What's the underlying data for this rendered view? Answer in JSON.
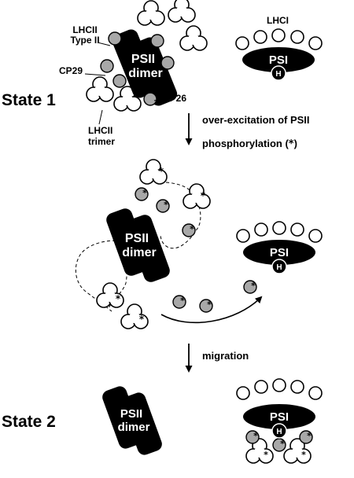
{
  "labels": {
    "state1": "State 1",
    "state2": "State 2",
    "lhcii_type2_line1": "LHCII",
    "lhcii_type2_line2": "Type II",
    "lhci": "LHCI",
    "cp29": "CP29",
    "cp26": "CP26",
    "lhcii_trimer_line1": "LHCII",
    "lhcii_trimer_line2": "trimer",
    "psii_line1": "PSII",
    "psii_line2": "dimer",
    "psi": "PSI",
    "h_subunit": "H",
    "step1_line1": "over-excitation of PSII",
    "step1_line2": "phosphorylation (",
    "step1_line2_end": ")",
    "step2": "migration",
    "asterisk": "*"
  },
  "colors": {
    "complex_fill": "#000000",
    "gray_fill": "#a8a8a8",
    "white_fill": "#ffffff",
    "stroke": "#000000"
  }
}
